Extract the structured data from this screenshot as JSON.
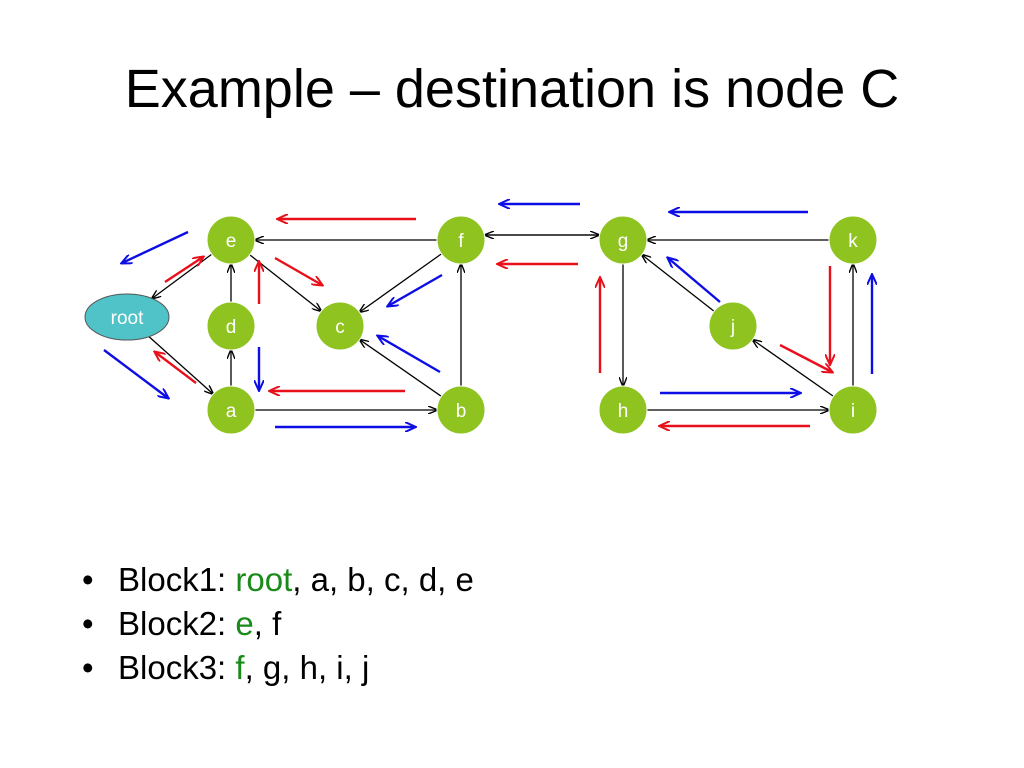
{
  "title": "Example – destination is node C",
  "colors": {
    "node_fill": "#8fc31f",
    "root_fill": "#4fc3c8",
    "edge": "#000000",
    "red_arrow": "#e8111b",
    "blue_arrow": "#0d0de6",
    "highlight_text": "#1a8a1a"
  },
  "graph": {
    "nodes": [
      {
        "id": "root",
        "label": "root"
      },
      {
        "id": "e",
        "label": "e"
      },
      {
        "id": "d",
        "label": "d"
      },
      {
        "id": "a",
        "label": "a"
      },
      {
        "id": "c",
        "label": "c"
      },
      {
        "id": "f",
        "label": "f"
      },
      {
        "id": "b",
        "label": "b"
      },
      {
        "id": "g",
        "label": "g"
      },
      {
        "id": "h",
        "label": "h"
      },
      {
        "id": "j",
        "label": "j"
      },
      {
        "id": "k",
        "label": "k"
      },
      {
        "id": "i",
        "label": "i"
      }
    ],
    "edges": [
      {
        "from": "e",
        "to": "root"
      },
      {
        "from": "root",
        "to": "a"
      },
      {
        "from": "a",
        "to": "d"
      },
      {
        "from": "d",
        "to": "e"
      },
      {
        "from": "e",
        "to": "c"
      },
      {
        "from": "a",
        "to": "b"
      },
      {
        "from": "b",
        "to": "c"
      },
      {
        "from": "b",
        "to": "f"
      },
      {
        "from": "f",
        "to": "c"
      },
      {
        "from": "f",
        "to": "e"
      },
      {
        "from": "f",
        "to": "g"
      },
      {
        "from": "g",
        "to": "f"
      },
      {
        "from": "k",
        "to": "g"
      },
      {
        "from": "g",
        "to": "h"
      },
      {
        "from": "j",
        "to": "g"
      },
      {
        "from": "h",
        "to": "i"
      },
      {
        "from": "i",
        "to": "j"
      },
      {
        "from": "i",
        "to": "k"
      }
    ]
  },
  "bullets": [
    {
      "prefix": "Block1: ",
      "highlight": "root",
      "rest": ", a, b, c, d, e"
    },
    {
      "prefix": "Block2: ",
      "highlight": "e",
      "rest": ", f"
    },
    {
      "prefix": "Block3: ",
      "highlight": "f",
      "rest": ", g, h, i, j"
    }
  ],
  "bullet_symbol": "•"
}
